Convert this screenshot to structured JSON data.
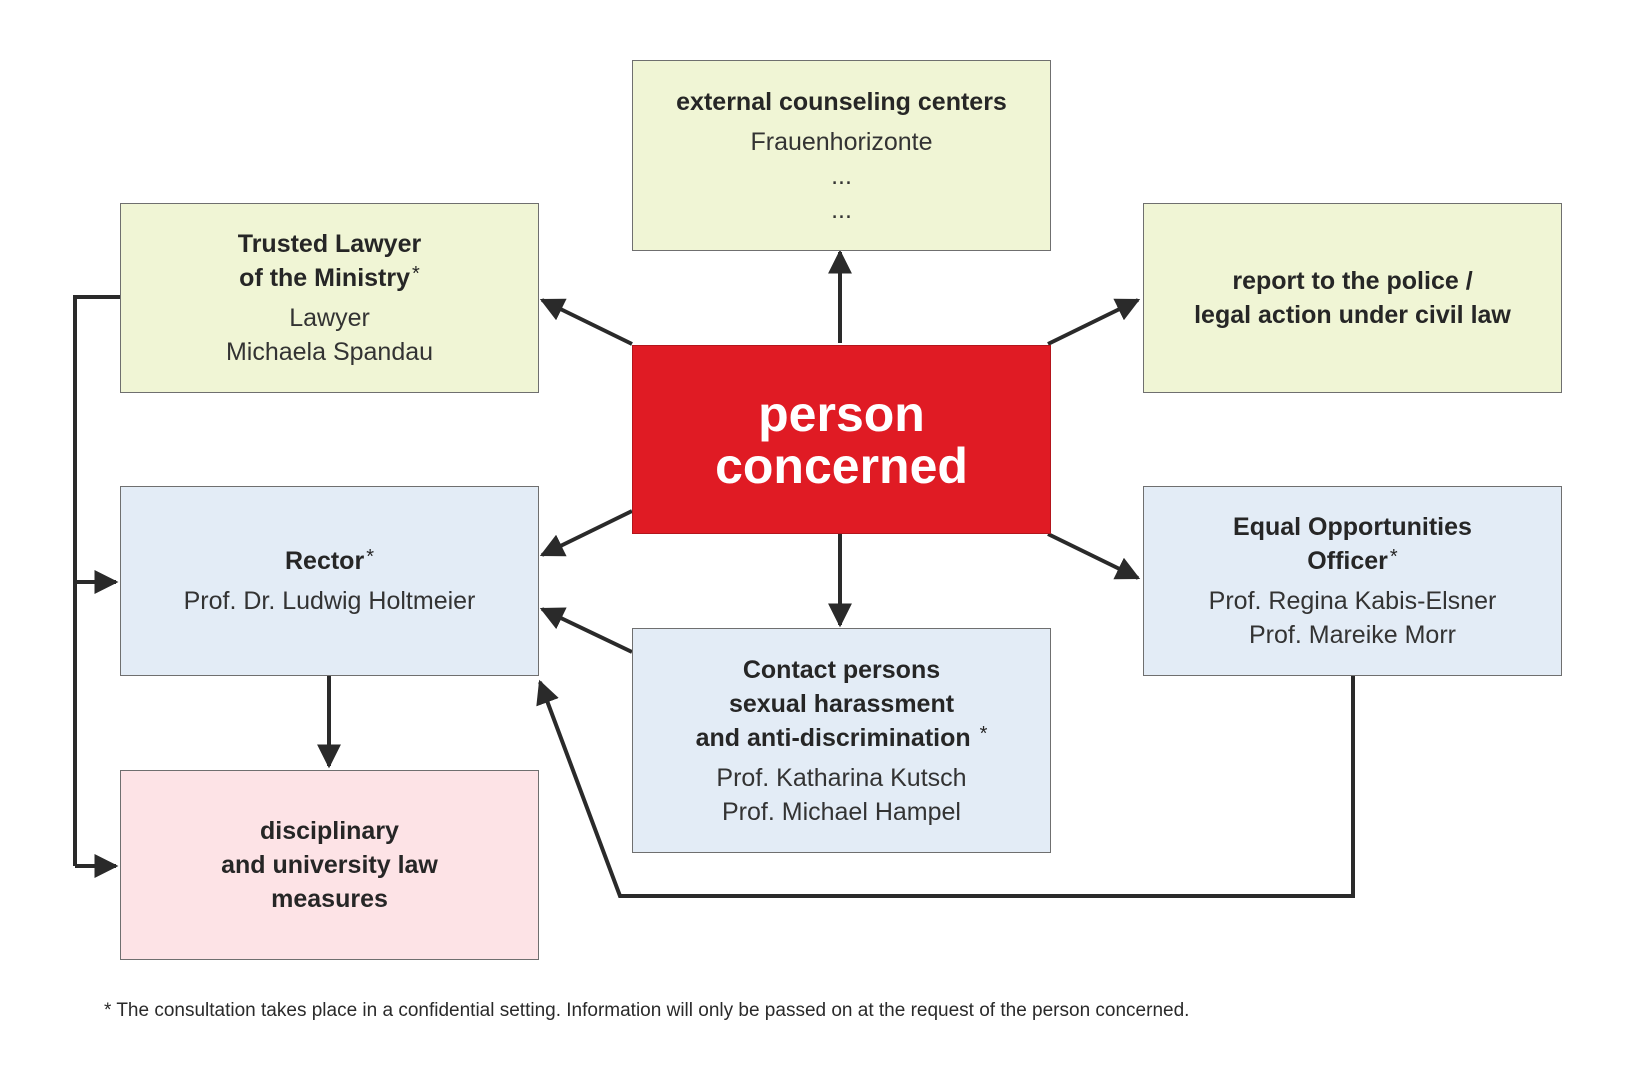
{
  "center": {
    "line1": "person",
    "line2": "concerned"
  },
  "external": {
    "title": "external counseling centers",
    "items": [
      "Frauenhorizonte",
      "...",
      "..."
    ]
  },
  "lawyer": {
    "title_line1": "Trusted Lawyer",
    "title_line2": "of the Ministry",
    "asterisk": "*",
    "role": "Lawyer",
    "name": "Michaela Spandau"
  },
  "police": {
    "line1": "report to the police /",
    "line2": "legal action under civil law"
  },
  "rector": {
    "title": "Rector",
    "asterisk": "*",
    "name": "Prof. Dr. Ludwig Holtmeier"
  },
  "equal": {
    "title_line1": "Equal Opportunities",
    "title_line2": "Officer",
    "asterisk": "*",
    "name1": "Prof. Regina Kabis-Elsner",
    "name2": "Prof. Mareike Morr"
  },
  "contact": {
    "title_line1": "Contact persons",
    "title_line2": "sexual harassment",
    "title_line3": "and anti-discrimination",
    "asterisk": "*",
    "name1": "Prof. Katharina Kutsch",
    "name2": "Prof. Michael Hampel"
  },
  "disciplinary": {
    "line1": "disciplinary",
    "line2": "and university law",
    "line3": "measures"
  },
  "footnote": "* The consultation takes place in a confidential setting. Information will only be passed on at the request of the person concerned.",
  "colors": {
    "center": "#e01b24",
    "green": "#f0f5d5",
    "blue": "#e3ecf6",
    "pink": "#fde3e6",
    "line": "#2a2a2a"
  }
}
